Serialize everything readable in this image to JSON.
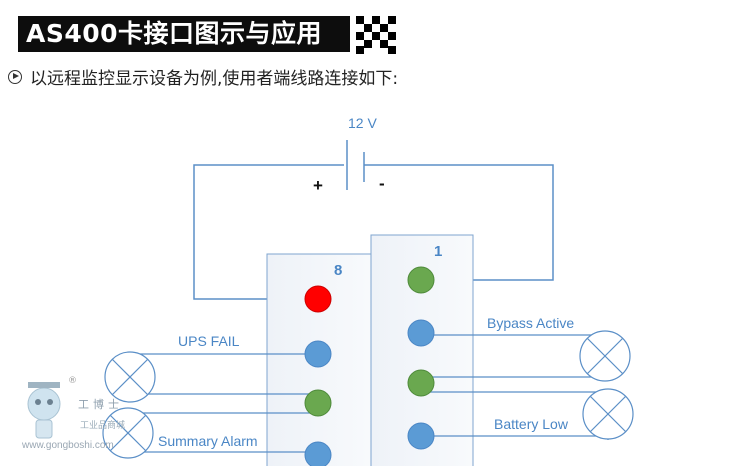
{
  "header": {
    "title": "AS400卡接口图示与应用",
    "subtitle": "以远程监控显示设备为例,使用者端线路连接如下:"
  },
  "diagram": {
    "voltage_label": "12 V",
    "plus_sign": "+",
    "minus_sign": "-",
    "block_left_number": "8",
    "block_right_number": "1",
    "label_ups_fail": "UPS FAIL",
    "label_summary_alarm": "Summary Alarm",
    "label_bypass_active": "Bypass Active",
    "label_battery_low": "Battery Low",
    "colors": {
      "wire": "#5b8fc7",
      "red_pin": "#ff0000",
      "green_pin": "#6aa84f",
      "blue_pin": "#5b9bd5"
    }
  },
  "watermark": {
    "name_cn": "工博士",
    "subtitle_cn": "工业品商城",
    "url": "www.gongboshi.com",
    "reg_mark": "®"
  }
}
